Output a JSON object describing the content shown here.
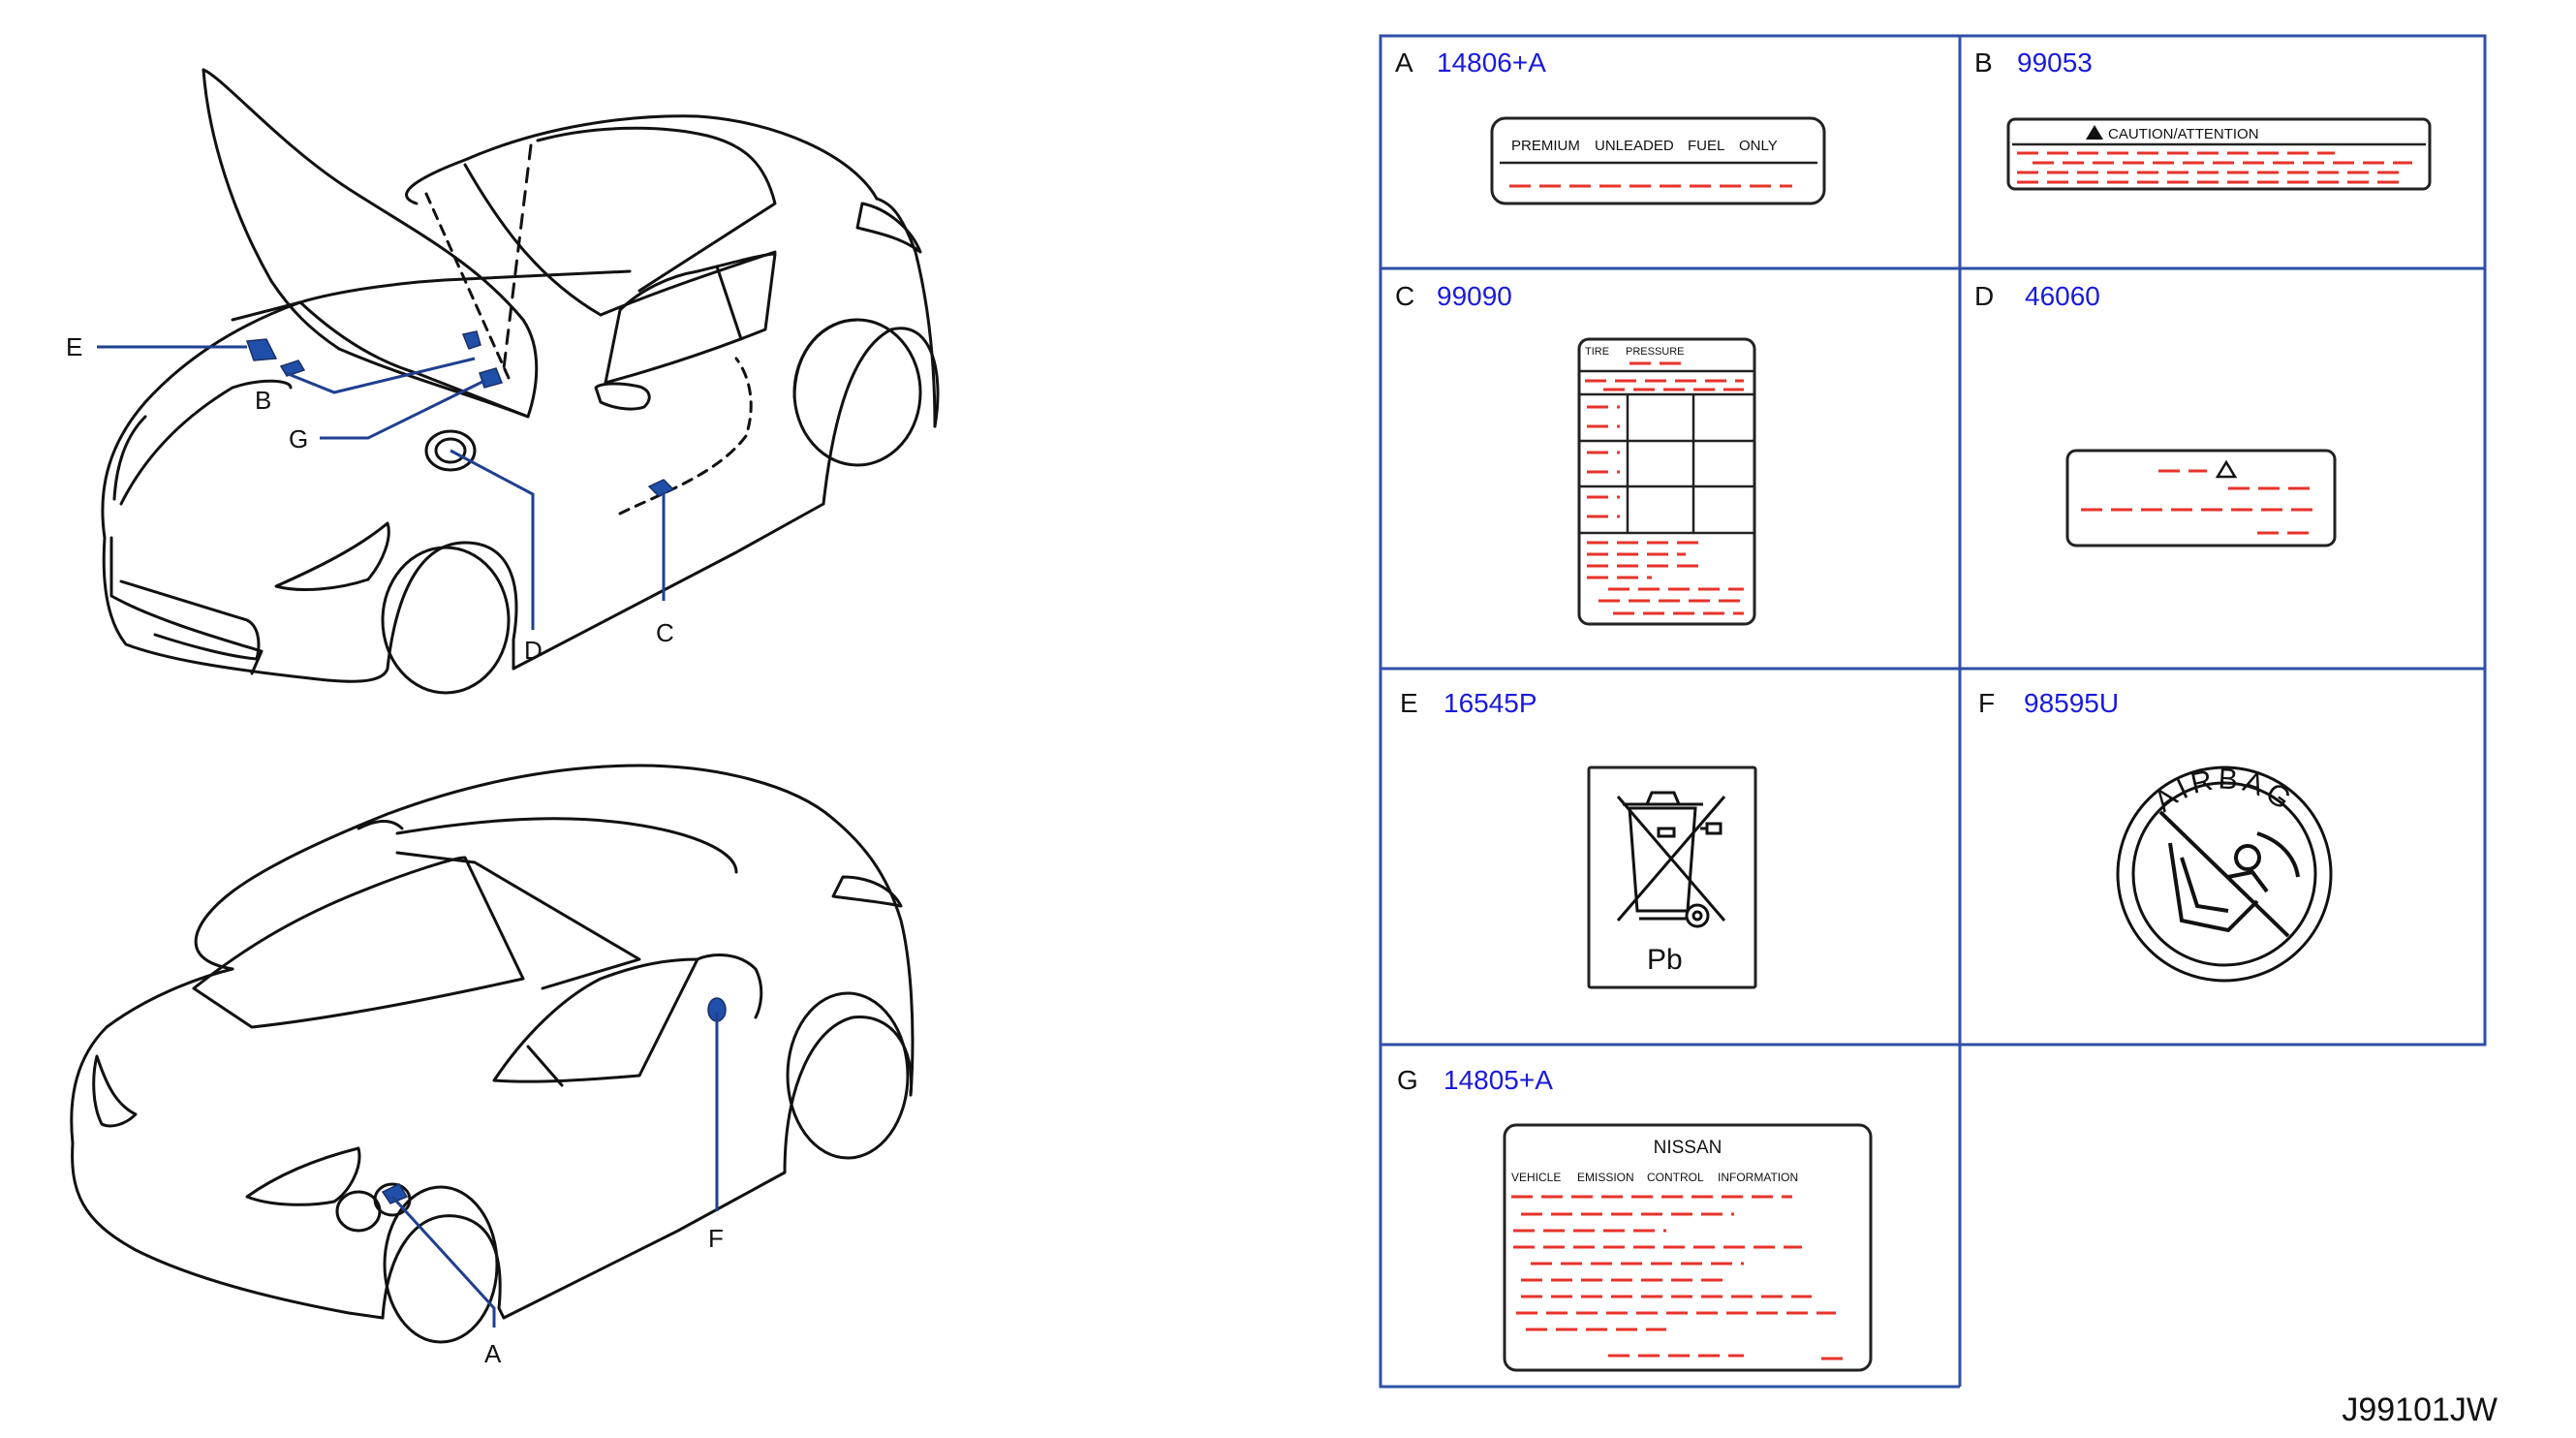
{
  "drawing_ref": "J99101JW",
  "callouts": [
    "E",
    "B",
    "G",
    "D",
    "C",
    "F",
    "A"
  ],
  "cells": [
    {
      "letter": "A",
      "code": "14806+A"
    },
    {
      "letter": "B",
      "code": "99053"
    },
    {
      "letter": "C",
      "code": "99090"
    },
    {
      "letter": "D",
      "code": "46060"
    },
    {
      "letter": "E",
      "code": "16545P"
    },
    {
      "letter": "F",
      "code": "98595U"
    },
    {
      "letter": "G",
      "code": "14805+A"
    }
  ],
  "label_a": {
    "words": [
      "PREMIUM",
      "UNLEADED",
      "FUEL",
      "ONLY"
    ]
  },
  "label_b": {
    "heading": "CAUTION/ATTENTION",
    "warning_icon": "warning-triangle-icon"
  },
  "label_c": {
    "heading_left": "TIRE",
    "heading_right": "PRESSURE"
  },
  "label_d": {
    "warning_icon": "warning-triangle-icon"
  },
  "label_e": {
    "symbol": "crossed-out-wheelie-bin-icon",
    "text": "Pb"
  },
  "label_f": {
    "ring_text": "AIRBAG",
    "symbol": "no-child-seat-icon"
  },
  "label_g": {
    "brand": "NISSAN",
    "words": [
      "VEHICLE",
      "EMISSION",
      "CONTROL",
      "INFORMATION"
    ]
  },
  "colors": {
    "code_text": "#1a1adb",
    "red_text": "#e8322a",
    "panel_border": "#3050a8",
    "marker": "#1f4fa8"
  }
}
